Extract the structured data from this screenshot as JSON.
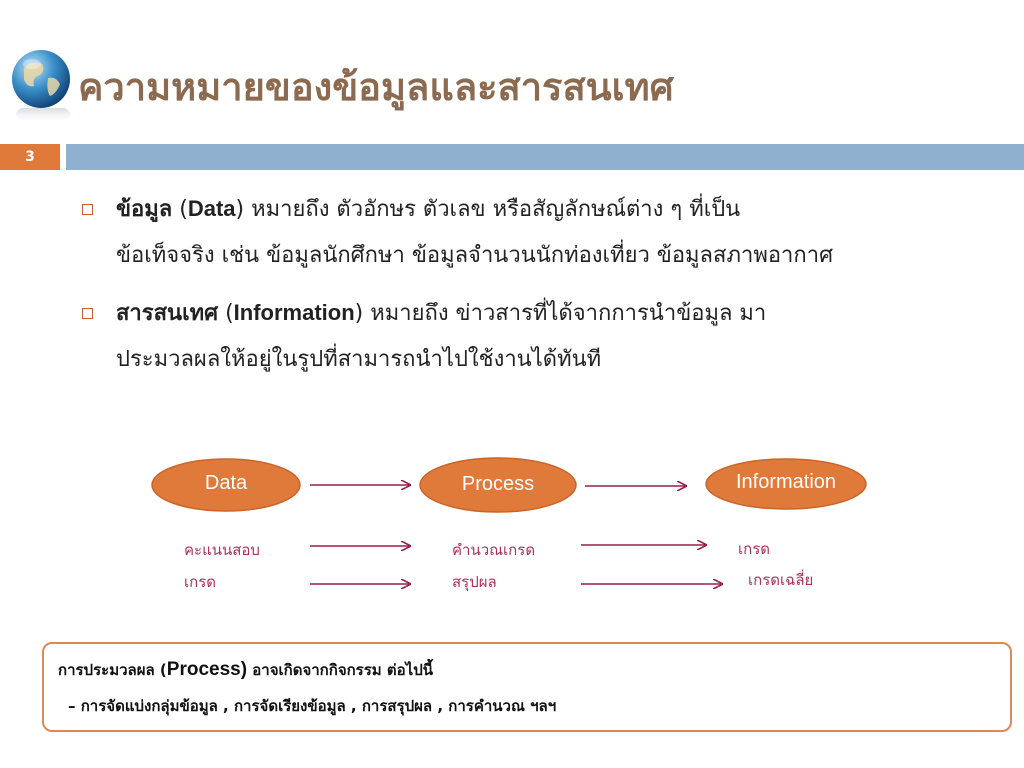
{
  "header": {
    "title": "ความหมายของข้อมูลและสารสนเทศ",
    "slide_number": "3"
  },
  "bullets": [
    {
      "term": "ข้อมูล",
      "term_en_open": "(",
      "term_en": "Data",
      "term_en_close": ")",
      "line1_rest": "หมายถึง ตัวอักษร ตัวเลข หรือสัญลักษณ์ต่าง ๆ ที่เป็น",
      "line2": "ข้อเท็จจริง เช่น ข้อมูลนักศึกษา ข้อมูลจำนวนนักท่องเที่ยว ข้อมูลสภาพอากาศ"
    },
    {
      "term": "สารสนเทศ",
      "term_en_open": "(",
      "term_en": "Information",
      "term_en_close": ")",
      "line1_rest": "หมายถึง ข่าวสารที่ได้จากการนำข้อมูล มา",
      "line2": "ประมวลผลให้อยู่ในรูปที่สามารถนำไปใช้งานได้ทันที"
    }
  ],
  "flow": {
    "nodes": [
      "Data",
      "Process",
      "Information"
    ],
    "examples": {
      "data": [
        "คะแนนสอบ",
        "เกรด"
      ],
      "process": [
        "คำนวณเกรด",
        "สรุปผล"
      ],
      "information": [
        "เกรด",
        "เกรดเฉลี่ย"
      ]
    }
  },
  "note": {
    "line1_prefix": "การประมวลผล (",
    "line1_term": "Process)",
    "line1_suffix": " อาจเกิดจากกิจกรรม ต่อไปนี้",
    "line2": "– การจัดแบ่งกลุ่มข้อมูล , การจัดเรียงข้อมูล , การสรุปผล , การคำนวณ  ฯลฯ"
  },
  "colors": {
    "title": "#8b6a50",
    "accent_orange": "#e07a3a",
    "bar_blue": "#8fb1cf",
    "node_fill": "#e07a3a",
    "arrow": "#9b1b4a",
    "example_text": "#b0305a"
  }
}
